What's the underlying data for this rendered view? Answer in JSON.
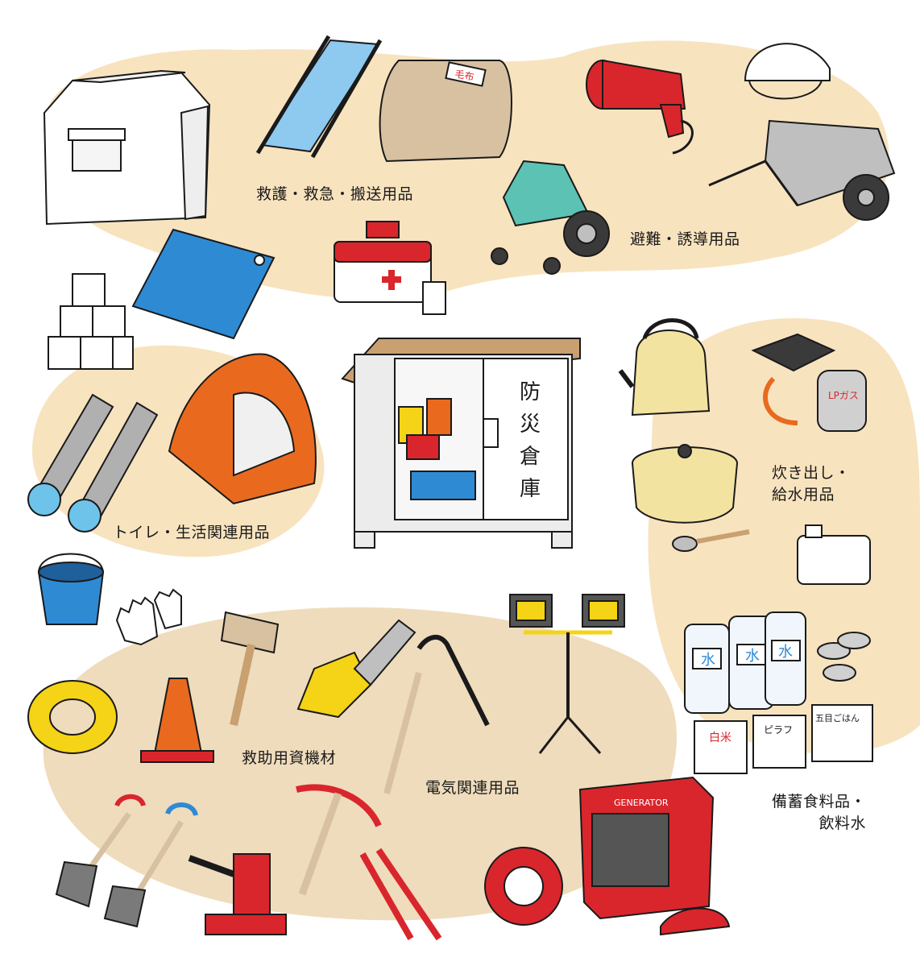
{
  "categories": {
    "rescue_transport": "救護・救急・搬送用品",
    "evacuation": "避難・誘導用品",
    "toilet_living": "トイレ・生活関連用品",
    "cooking_water": "炊き出し・\n給水用品",
    "rescue_equipment": "救助用資機材",
    "electrical": "電気関連用品",
    "food_water": "備蓄食料品・\n　　　飲料水"
  },
  "item_labels": {
    "warehouse_sign": [
      "防",
      "災",
      "倉",
      "庫"
    ],
    "blanket_tag": "毛布",
    "lp_gas": "LPガス",
    "water": "水",
    "rice_pack_1": "白米",
    "rice_pack_2": "ピラフ",
    "rice_pack_3": "五目ごはん",
    "generator": "GENERATOR"
  },
  "colors": {
    "orange_blob": "#f8e3bf",
    "tan_blob": "#efdcbc",
    "outline": "#1a1a1a",
    "red": "#d9262c",
    "blue": "#2f8ad4",
    "yellow": "#f5d316",
    "orange": "#e96a1f"
  }
}
